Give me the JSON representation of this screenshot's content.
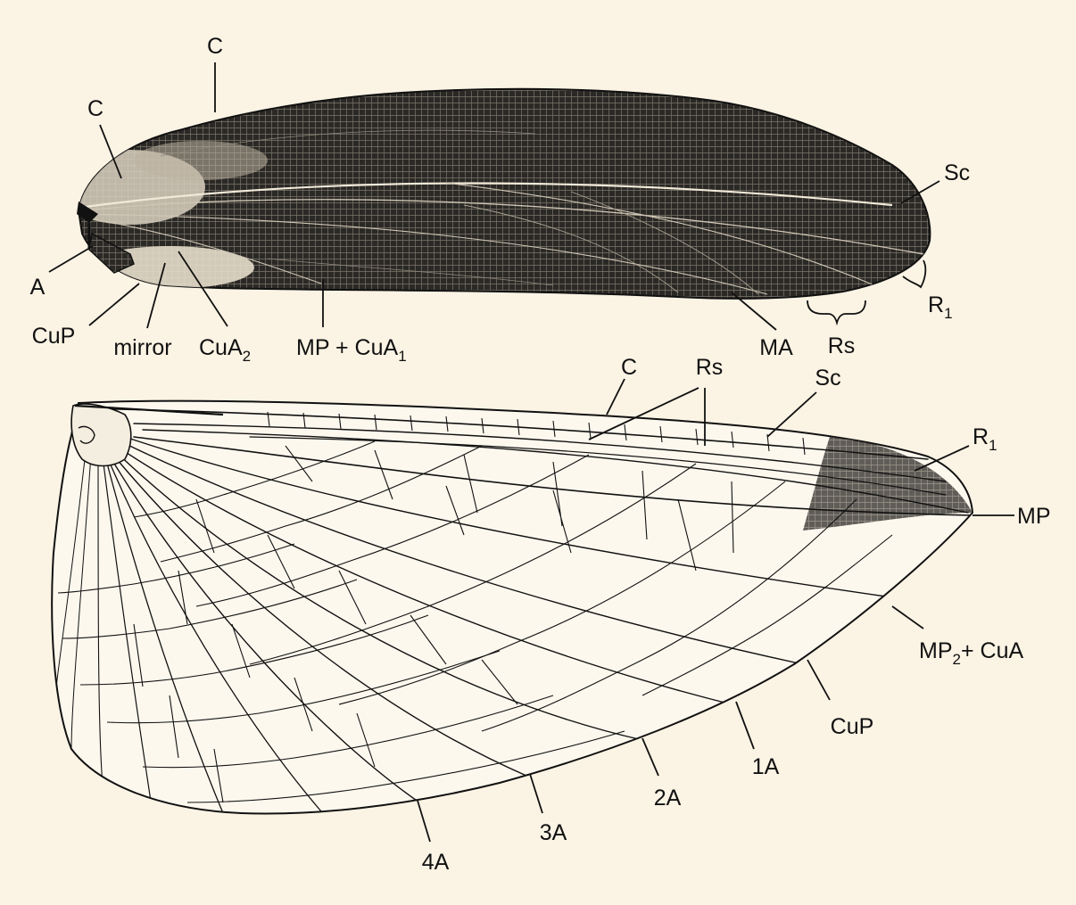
{
  "colors": {
    "background": "#fbf3e4",
    "ink": "#111111",
    "forewing_fill": "#3d3a36"
  },
  "forewing": {
    "labels": {
      "c_top": "C",
      "c_inner": "C",
      "sc": "Sc",
      "a": "A",
      "cup": "CuP",
      "mirror": "mirror",
      "cua2_main": "CuA",
      "cua2_sub": "2",
      "mpcua1_main": "MP + CuA",
      "mpcua1_sub": "1",
      "ma": "MA",
      "rs": "Rs",
      "r1_main": "R",
      "r1_sub": "1"
    }
  },
  "hindwing": {
    "labels": {
      "c": "C",
      "rs": "Rs",
      "sc": "Sc",
      "r1_main": "R",
      "r1_sub": "1",
      "mp": "MP",
      "mp2cua_a": "MP",
      "mp2cua_sub": "2",
      "mp2cua_b": "+ CuA",
      "cup": "CuP",
      "a1": "1A",
      "a2": "2A",
      "a3": "3A",
      "a4": "4A"
    }
  }
}
